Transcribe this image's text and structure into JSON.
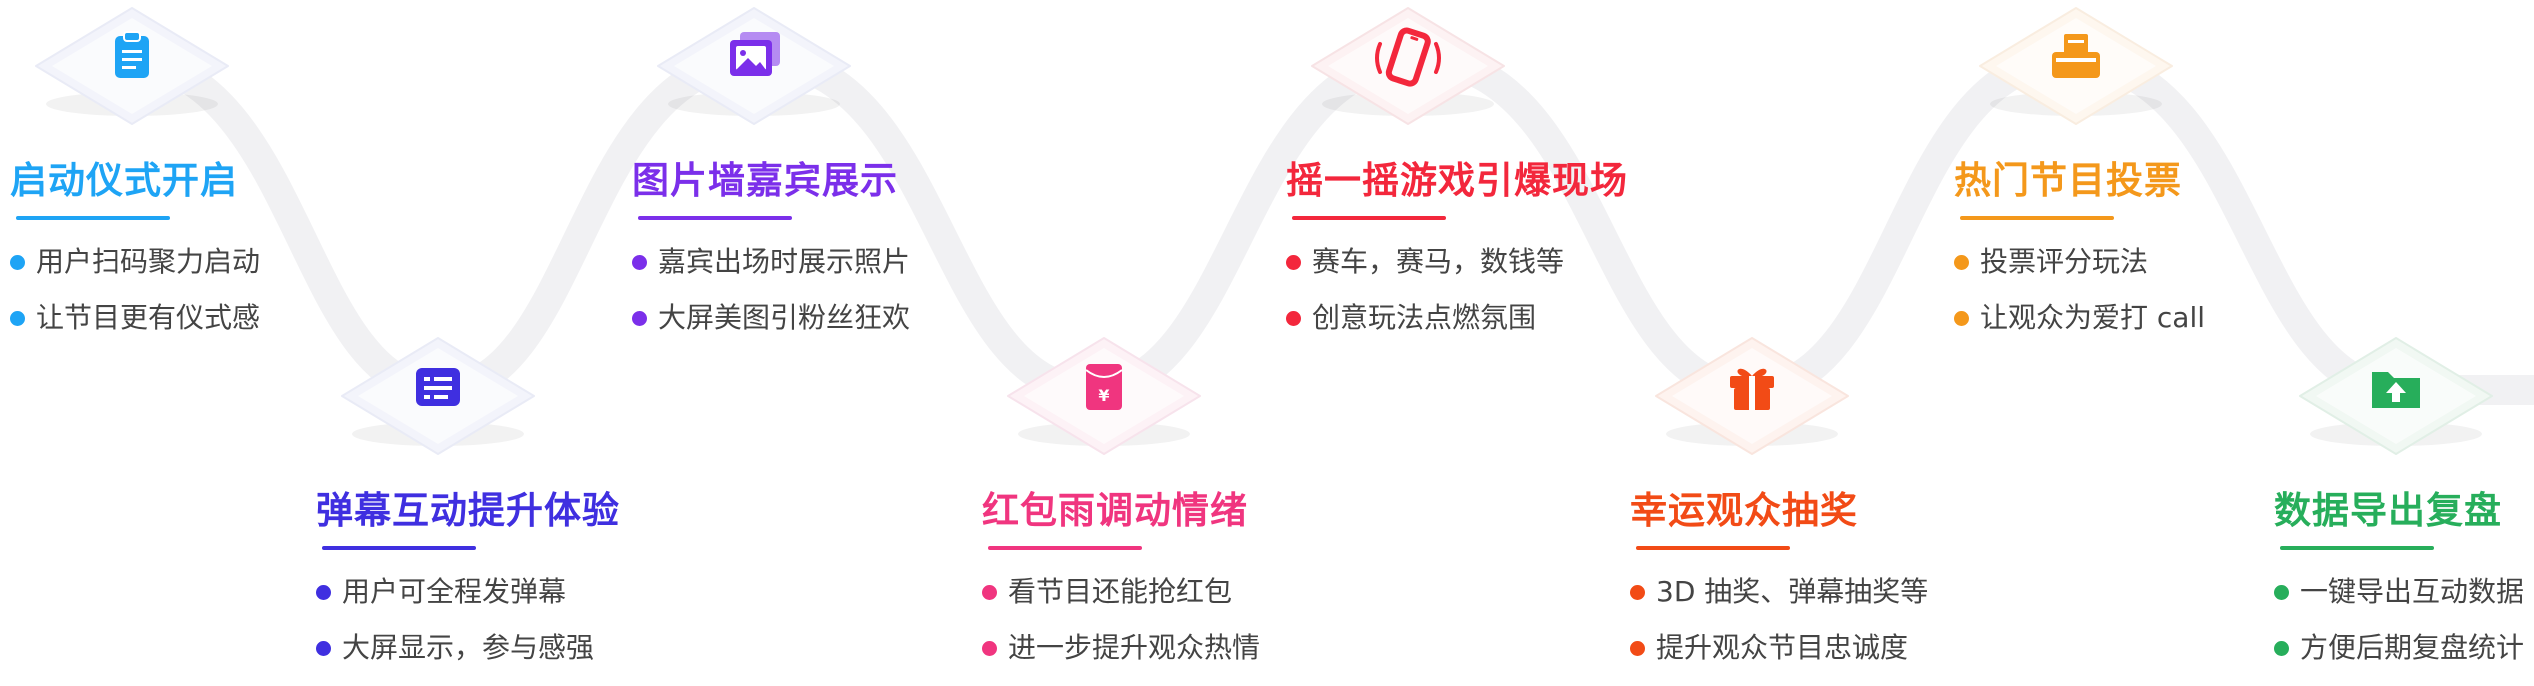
{
  "features": [
    {
      "title": "启动仪式开启",
      "bullets": [
        "用户扫码聚力启动",
        "让节目更有仪式感"
      ],
      "color": "#1EA4F5",
      "icon": "clipboard-icon"
    },
    {
      "title": "弹幕互动提升体验",
      "bullets": [
        "用户可全程发弹幕",
        "大屏显示，参与感强"
      ],
      "color": "#3F2FE0",
      "icon": "chat-lines-icon"
    },
    {
      "title": "图片墙嘉宾展示",
      "bullets": [
        "嘉宾出场时展示照片",
        "大屏美图引粉丝狂欢"
      ],
      "color": "#7B2FEA",
      "icon": "picture-icon"
    },
    {
      "title": "红包雨调动情绪",
      "bullets": [
        "看节目还能抢红包",
        "进一步提升观众热情"
      ],
      "color": "#F0357F",
      "icon": "red-envelope-icon"
    },
    {
      "title": "摇一摇游戏引爆现场",
      "bullets": [
        "赛车，赛马，数钱等",
        "创意玩法点燃氛围"
      ],
      "color": "#F3273C",
      "icon": "shake-phone-icon"
    },
    {
      "title": "幸运观众抽奖",
      "bullets": [
        "3D 抽奖、弹幕抽奖等",
        "提升观众节目忠诚度"
      ],
      "color": "#F24B16",
      "icon": "gift-icon"
    },
    {
      "title": "热门节目投票",
      "bullets": [
        "投票评分玩法",
        "让观众为爱打 call"
      ],
      "color": "#F4981B",
      "icon": "ballot-box-icon"
    },
    {
      "title": "数据导出复盘",
      "bullets": [
        "一键导出互动数据",
        "方便后期复盘统计"
      ],
      "color": "#27AE5B",
      "icon": "folder-upload-icon"
    }
  ]
}
